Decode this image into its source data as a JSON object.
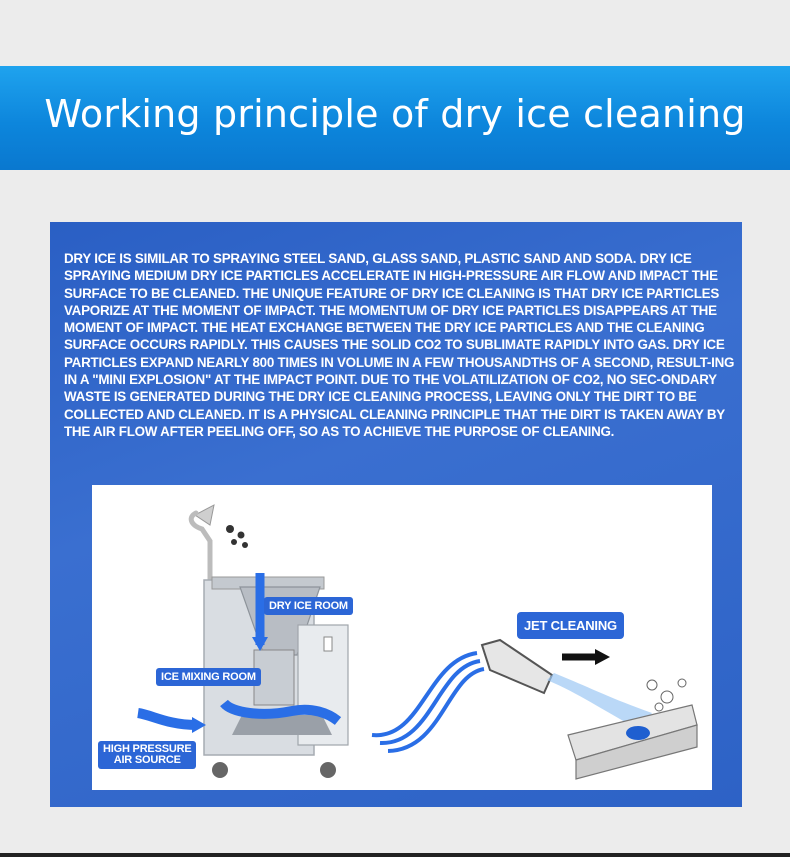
{
  "header": {
    "title": "Working principle of dry ice cleaning"
  },
  "description": {
    "text": "DRY ICE IS SIMILAR TO SPRAYING STEEL SAND, GLASS SAND, PLASTIC SAND AND SODA. DRY ICE SPRAYING MEDIUM DRY ICE PARTICLES ACCELERATE IN HIGH-PRESSURE AIR FLOW AND IMPACT THE SURFACE TO BE CLEANED. THE UNIQUE FEATURE OF DRY ICE CLEANING IS THAT DRY ICE PARTICLES VAPORIZE AT THE MOMENT OF IMPACT. THE MOMENTUM OF DRY ICE PARTICLES DISAPPEARS AT THE MOMENT OF IMPACT. THE HEAT EXCHANGE BETWEEN THE DRY ICE PARTICLES AND THE CLEANING SURFACE OCCURS RAPIDLY. THIS CAUSES THE SOLID CO2 TO SUBLIMATE RAPIDLY INTO GAS. DRY ICE PARTICLES EXPAND NEARLY 800 TIMES IN VOLUME IN A FEW THOUSANDTHS OF A SECOND, RESULT-ING IN A \"MINI EXPLOSION\" AT THE IMPACT POINT. DUE TO THE VOLATILIZATION OF CO2, NO SEC-ONDARY WASTE IS GENERATED DURING THE DRY ICE CLEANING PROCESS, LEAVING ONLY THE DIRT TO BE COLLECTED AND CLEANED. IT IS A PHYSICAL CLEANING PRINCIPLE THAT THE DIRT IS TAKEN AWAY BY THE AIR FLOW AFTER PEELING OFF, SO AS TO ACHIEVE THE PURPOSE OF CLEANING."
  },
  "diagram": {
    "labels": {
      "dry_ice_room": "DRY ICE ROOM",
      "ice_mixing_room": "ICE MIXING ROOM",
      "high_pressure_air_source_line1": "HIGH PRESSURE",
      "high_pressure_air_source_line2": "AIR SOURCE",
      "jet_cleaning": "JET CLEANING"
    }
  },
  "colors": {
    "banner": "#0d86dc",
    "panel": "#2f64c8",
    "label_bg": "#2c66d6",
    "flow_blue": "#2a6ee6"
  }
}
